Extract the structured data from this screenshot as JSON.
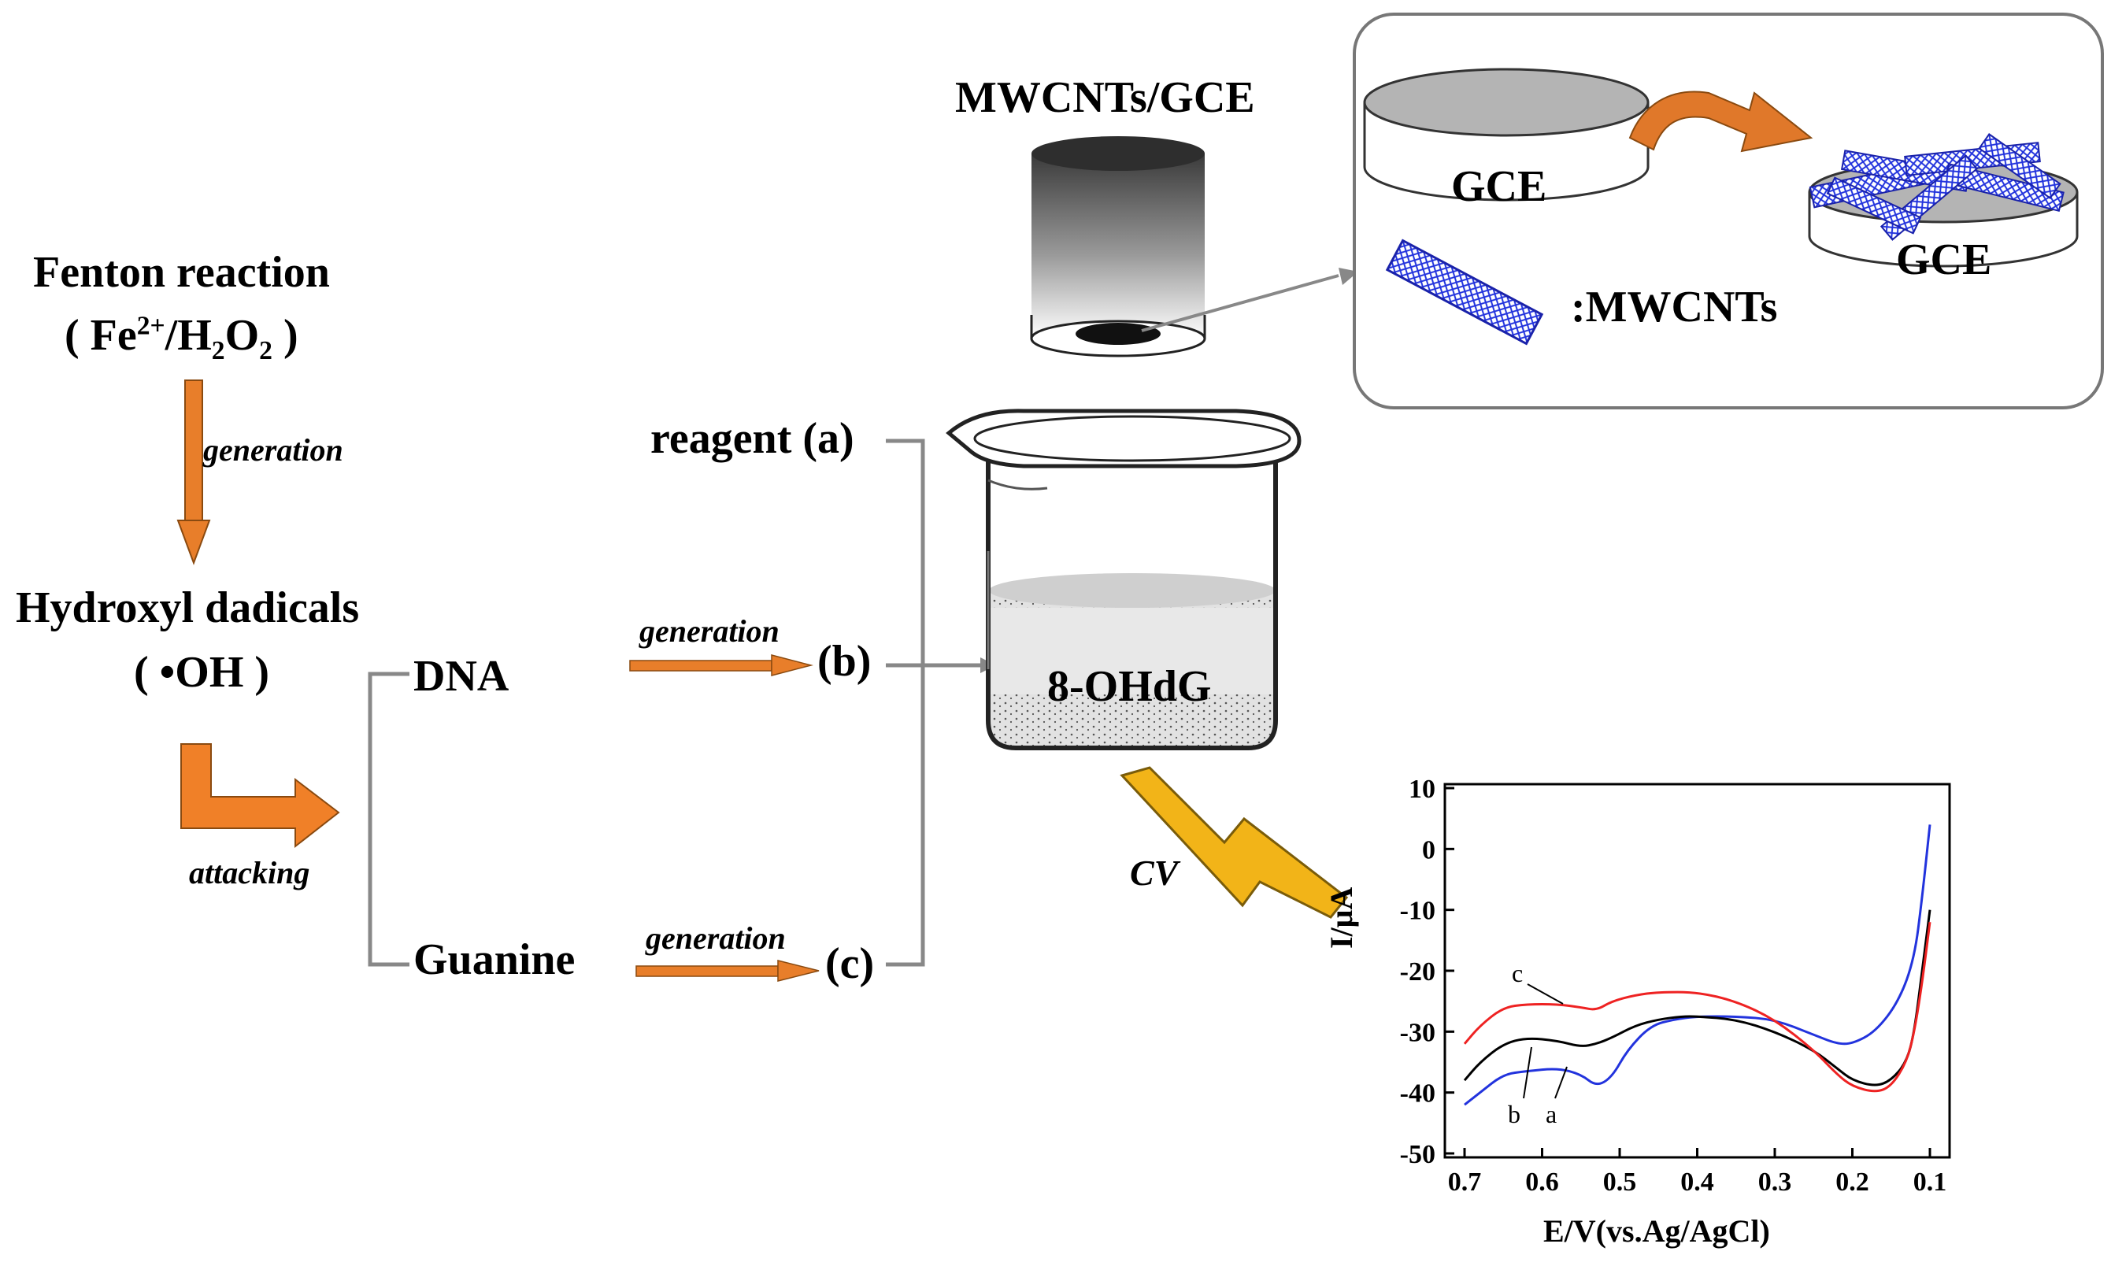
{
  "fenton": {
    "title": "Fenton reaction",
    "fe": "Fe",
    "fe_sup": "2+",
    "h": "/H",
    "h_sub": "2",
    "o": "O",
    "o_sub": "2",
    "open": "(",
    "close": ")"
  },
  "generation_label": "generation",
  "hydroxyl": {
    "title": "Hydroxyl dadicals",
    "formula": "( •OH )"
  },
  "attacking_label": "attacking",
  "dna_label": "DNA",
  "guanine_label": "Guanine",
  "reagent_a": "reagent (a)",
  "label_b": "(b)",
  "label_c": "(c)",
  "electrode_label": "MWCNTs/GCE",
  "inset": {
    "gce_label": "GCE",
    "gce_label_modified": "GCE",
    "mwcnt_legend": ":MWCNTs"
  },
  "beaker_label": "8-OHdG",
  "cv_label": "CV",
  "colors": {
    "orange": "#E87E2A",
    "nanotube": "#2233DD",
    "gray_line": "#888888",
    "bolt": "#F2B418"
  },
  "chart_data": {
    "type": "line",
    "xlabel": "E/V(vs.Ag/AgCl)",
    "ylabel": "I/μA",
    "xlim": [
      0.7,
      0.1
    ],
    "ylim": [
      -50,
      10
    ],
    "x_ticks": [
      "0.7",
      "0.6",
      "0.5",
      "0.4",
      "0.3",
      "0.2",
      "0.1"
    ],
    "y_ticks": [
      "10",
      "0",
      "-10",
      "-20",
      "-30",
      "-40",
      "-50"
    ],
    "series": [
      {
        "name": "a",
        "color": "#2233DD",
        "x": [
          0.7,
          0.68,
          0.65,
          0.62,
          0.58,
          0.55,
          0.53,
          0.51,
          0.49,
          0.46,
          0.43,
          0.4,
          0.35,
          0.3,
          0.25,
          0.22,
          0.2,
          0.17,
          0.14,
          0.12,
          0.11,
          0.1
        ],
        "y": [
          -42,
          -40,
          -37,
          -36.5,
          -36,
          -37,
          -39,
          -37.5,
          -33,
          -29,
          -28,
          -27.5,
          -27.5,
          -28,
          -30.5,
          -32,
          -32,
          -30,
          -25,
          -18,
          -8,
          4
        ]
      },
      {
        "name": "b",
        "color": "#000000",
        "x": [
          0.7,
          0.68,
          0.65,
          0.62,
          0.58,
          0.55,
          0.53,
          0.51,
          0.48,
          0.45,
          0.42,
          0.4,
          0.35,
          0.3,
          0.25,
          0.22,
          0.2,
          0.17,
          0.15,
          0.13,
          0.12,
          0.11,
          0.1
        ],
        "y": [
          -38,
          -35,
          -32,
          -31,
          -31.5,
          -32.5,
          -32,
          -31,
          -29,
          -28,
          -27.5,
          -27.5,
          -28,
          -30,
          -33,
          -36,
          -38,
          -39,
          -38,
          -35,
          -30,
          -20,
          -10
        ]
      },
      {
        "name": "c",
        "color": "#EE2222",
        "x": [
          0.7,
          0.68,
          0.65,
          0.62,
          0.58,
          0.55,
          0.53,
          0.51,
          0.48,
          0.45,
          0.4,
          0.35,
          0.3,
          0.25,
          0.22,
          0.2,
          0.17,
          0.15,
          0.13,
          0.12,
          0.11,
          0.1
        ],
        "y": [
          -32,
          -29,
          -26,
          -25.5,
          -25.5,
          -26,
          -26.5,
          -25,
          -24,
          -23.5,
          -23.5,
          -25,
          -28,
          -33,
          -37,
          -39,
          -40,
          -39,
          -35,
          -30,
          -22,
          -12
        ]
      }
    ],
    "curve_labels": [
      "c",
      "b",
      "a"
    ]
  }
}
